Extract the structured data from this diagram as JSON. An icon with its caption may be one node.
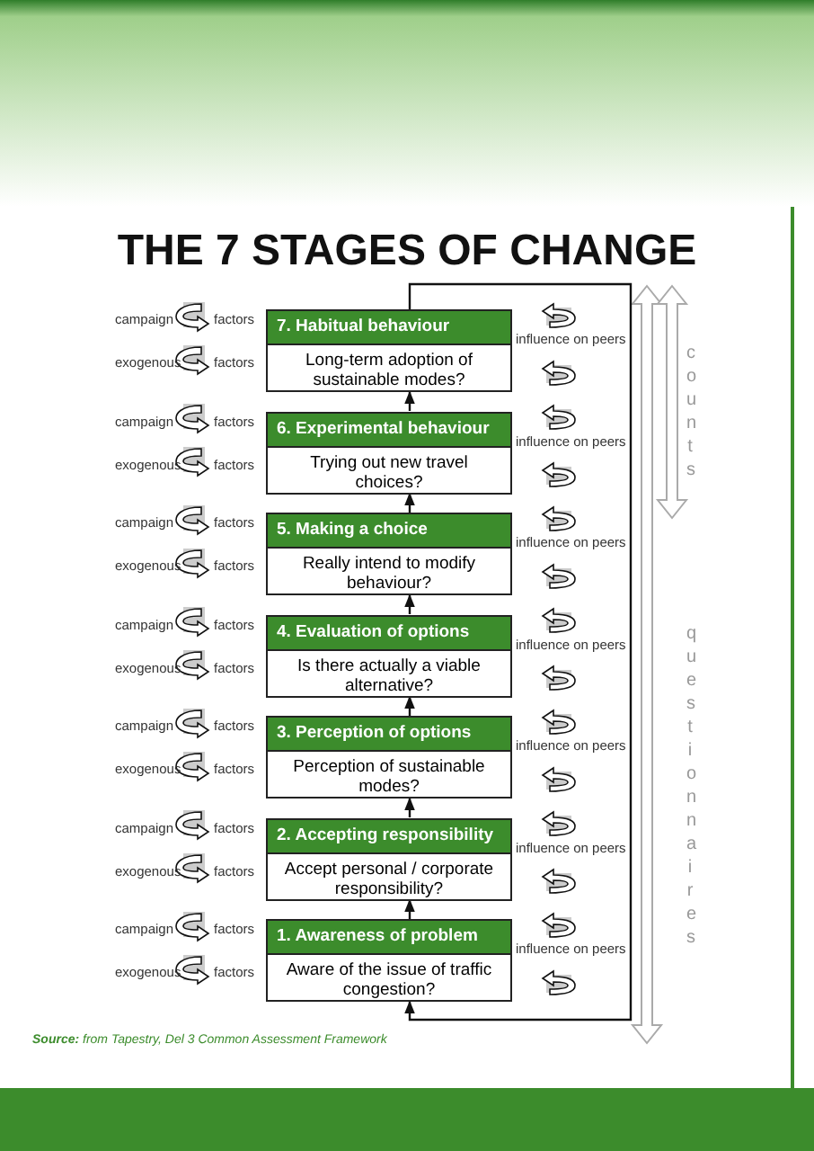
{
  "diagram": {
    "title": "THE 7 STAGES OF CHANGE",
    "nodes": [
      {
        "text": [
          "7. Habitual behaviour",
          "Long-term adoption of sustainable modes?"
        ]
      },
      {
        "text": [
          "6. Experimental behaviour",
          "Trying out new travel choices?"
        ]
      },
      {
        "text": [
          "5. Making a choice",
          "Really intend to modify behaviour?"
        ]
      },
      {
        "text": [
          "4. Evaluation of options",
          "Is there actually a viable alternative?"
        ]
      },
      {
        "text": [
          "3. Perception of options",
          "Perception of sustainable modes?"
        ]
      },
      {
        "text": [
          "2. Accepting responsibility",
          "Accept personal / corporate responsibility?"
        ]
      },
      {
        "text": [
          "1. Awareness of problem",
          "Aware of the issue of traffic congestion?"
        ]
      }
    ],
    "edges": [
      {
        "from": 6,
        "to": 5,
        "arrow": "to"
      },
      {
        "from": 5,
        "to": 4,
        "arrow": "to"
      },
      {
        "from": 4,
        "to": 3,
        "arrow": "to"
      },
      {
        "from": 3,
        "to": 2,
        "arrow": "to"
      },
      {
        "from": 2,
        "to": 1,
        "arrow": "to"
      },
      {
        "from": 1,
        "to": 0,
        "arrow": "to"
      },
      {
        "from": 0,
        "to": 6,
        "arrow": "to"
      }
    ],
    "labels": [
      "campaign",
      "factors",
      "exogenous",
      "factors",
      "influence on peers",
      "campaign",
      "factors",
      "exogenous",
      "factors",
      "influence on peers",
      "campaign",
      "factors",
      "exogenous",
      "factors",
      "influence on peers",
      "campaign",
      "factors",
      "exogenous",
      "factors",
      "influence on peers",
      "campaign",
      "factors",
      "exogenous",
      "factors",
      "influence on peers",
      "campaign",
      "factors",
      "exogenous",
      "factors",
      "influence on peers",
      "campaign",
      "factors",
      "exogenous",
      "factors",
      "influence on peers",
      "counts",
      "questionnaires",
      "**Source:** from Tapestry, Del 3 Common Assessment Framework"
    ]
  }
}
